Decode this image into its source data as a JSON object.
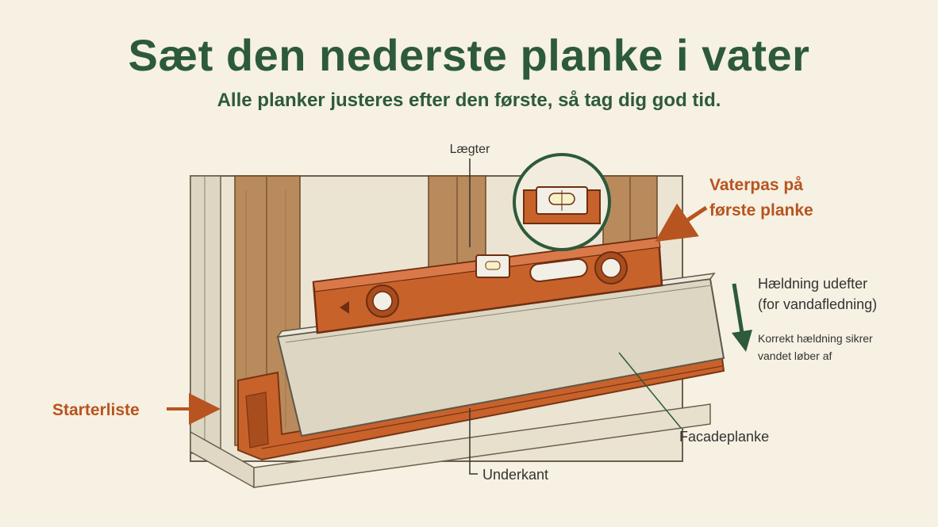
{
  "title": "Sæt den nederste planke i vater",
  "subtitle": "Alle planker justeres efter den første, så tag dig god tid.",
  "labels": {
    "laegter": "Lægter",
    "vaterpas_line1": "Vaterpas på",
    "vaterpas_line2": "første planke",
    "haeldning_line1": "Hældning udefter",
    "haeldning_line2": "(for vandafledning)",
    "korrekt_line1": "Korrekt hældning sikrer",
    "korrekt_line2": "vandet løber af",
    "starterliste": "Starterliste",
    "facadeplanke": "Facadeplanke",
    "underkant": "Underkant"
  },
  "colors": {
    "title_green": "#2d5a3a",
    "accent_orange": "#b8541f",
    "level_orange": "#c8622b",
    "wood": "#b98a5c",
    "board": "#dcd6c2",
    "background": "#f6f1e2"
  },
  "icons": {
    "slope_arrow": "arrow-down-icon",
    "starter_arrow": "arrow-right-icon",
    "callout_arrow": "arrow-down-left-icon"
  }
}
